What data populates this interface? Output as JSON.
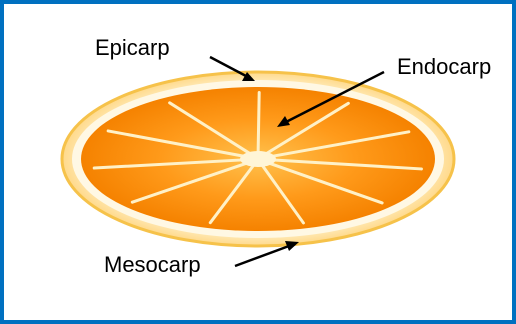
{
  "labels": {
    "epicarp": "Epicarp",
    "endocarp": "Endocarp",
    "mesocarp": "Mesocarp"
  },
  "colors": {
    "frame_border": "#0070c0",
    "rind": "#fff3cc",
    "flesh": "#ff9a1a",
    "flesh_dark": "#f07c00",
    "center": "#fff5d6",
    "arrow": "#000000"
  },
  "segments": 11
}
